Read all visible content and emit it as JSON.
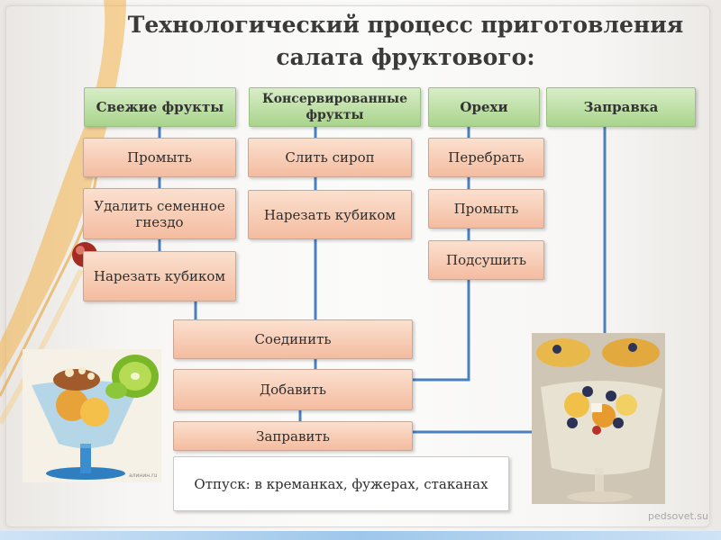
{
  "title": {
    "line1": "Технологический процесс приготовления",
    "line2": "салата фруктового:"
  },
  "headers": {
    "fresh": "Свежие фрукты",
    "canned": "Консервированные фрукты",
    "nuts": "Орехи",
    "dressing": "Заправка"
  },
  "steps": {
    "fresh_wash": "Промыть",
    "fresh_core": "Удалить семенное гнездо",
    "fresh_cut": "Нарезать кубиком",
    "canned_drain": "Слить сироп",
    "canned_cut": "Нарезать  кубиком",
    "nuts_sort": "Перебрать",
    "nuts_wash": "Промыть",
    "nuts_dry": "Подсушить",
    "combine": "Соединить",
    "add": "Добавить",
    "dress": "Заправить",
    "serve": "Отпуск: в креманках, фужерах, стаканах"
  },
  "photo_small_caption": "алинин.ru",
  "watermark": "pedsovet.su",
  "colors": {
    "header_fill": "#b8dc9e",
    "step_fill": "#f7c8b0",
    "connector": "#4a7fc0"
  }
}
